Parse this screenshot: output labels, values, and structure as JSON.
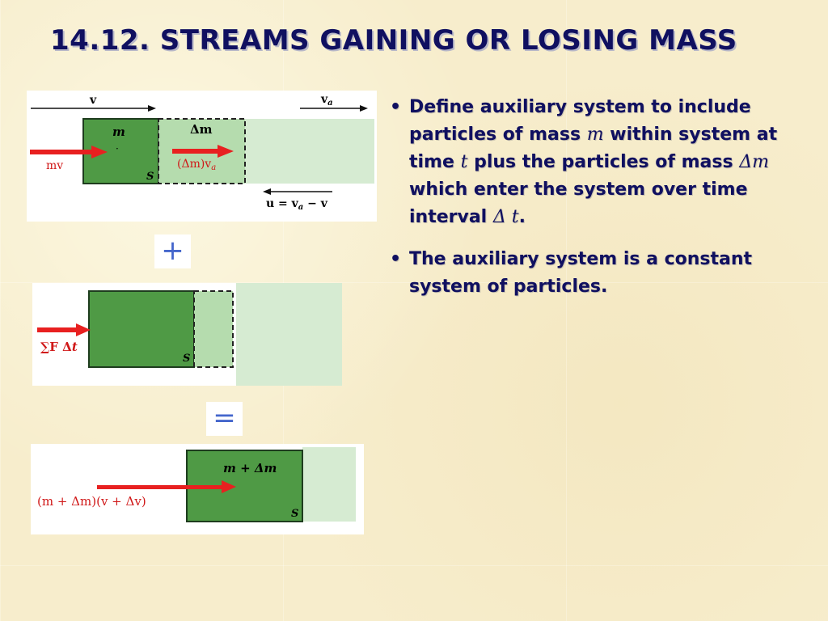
{
  "title": "14.12.  STREAMS GAINING OR LOSING MASS",
  "diagram": {
    "panel1": {
      "label_v": "v",
      "label_va_base": "v",
      "label_va_sub": "a",
      "label_m": "m",
      "label_dm": "Δm",
      "label_mv": "mv",
      "label_dmva_a": "(Δm)v",
      "label_dmva_sub": "a",
      "label_S": "S",
      "label_u_a": "u = v",
      "label_u_sub": "a",
      "label_u_b": " − v"
    },
    "plus": "+",
    "panel2": {
      "label_force_a": "∑F Δ",
      "label_force_t": "t",
      "label_S": "S"
    },
    "equals": "=",
    "panel3": {
      "label_mass": "m + Δm",
      "label_momentum": "(m + Δm)(v + Δv)",
      "label_S": "S"
    }
  },
  "bullets": {
    "b1": {
      "p1": "Define auxiliary system to include particles of mass ",
      "m": "m",
      "p2": " within system at time ",
      "t": "t",
      "p3": " plus the particles of mass ",
      "dm": "Δm",
      "p4": " which enter the system over time interval ",
      "dt": "Δ t",
      "p5": "."
    },
    "b2": "The auxiliary system is a constant system of particles."
  },
  "colors": {
    "title": "#101060",
    "dark_green": "#4f9a45",
    "light_green": "#b5dcae",
    "arrow_red": "#e82020",
    "background": "#f7edcc"
  }
}
